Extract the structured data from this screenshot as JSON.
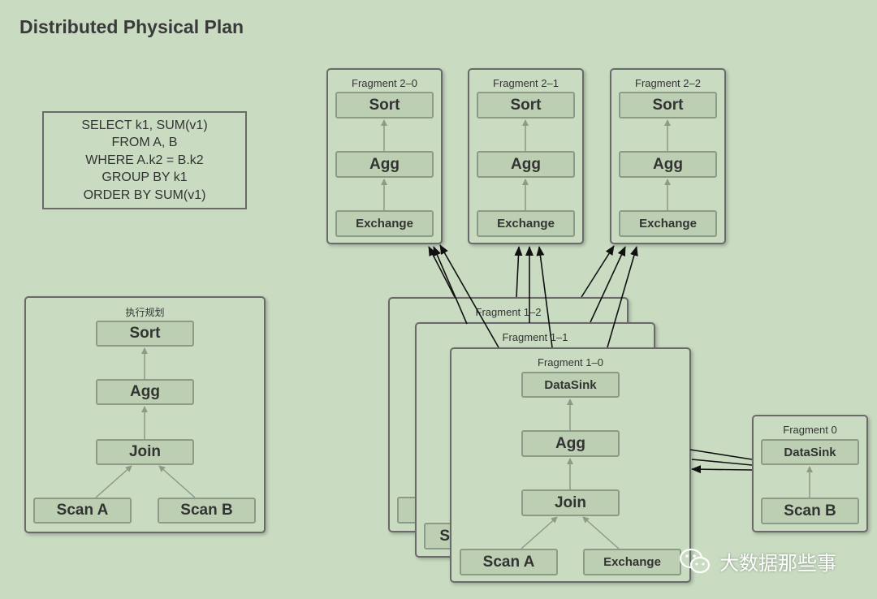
{
  "title": "Distributed Physical Plan",
  "sql": {
    "lines": [
      "SELECT k1, SUM(v1)",
      "FROM A, B",
      "WHERE A.k2 = B.k2",
      "GROUP BY k1",
      "ORDER BY SUM(v1)"
    ]
  },
  "exec_plan": {
    "title": "执行规划",
    "sort": "Sort",
    "agg": "Agg",
    "join": "Join",
    "scan_a": "Scan A",
    "scan_b": "Scan B"
  },
  "fragments_2": [
    {
      "title": "Fragment 2–0",
      "sort": "Sort",
      "agg": "Agg",
      "exchange": "Exchange"
    },
    {
      "title": "Fragment 2–1",
      "sort": "Sort",
      "agg": "Agg",
      "exchange": "Exchange"
    },
    {
      "title": "Fragment 2–2",
      "sort": "Sort",
      "agg": "Agg",
      "exchange": "Exchange"
    }
  ],
  "fragment_1_2": {
    "title": "Fragment 1–2"
  },
  "fragment_1_1": {
    "title": "Fragment 1–1",
    "partial_label": "S"
  },
  "fragment_1_0": {
    "title": "Fragment 1–0",
    "datasink": "DataSink",
    "agg": "Agg",
    "join": "Join",
    "scan_a": "Scan A",
    "exchange": "Exchange"
  },
  "fragment_0": {
    "title": "Fragment 0",
    "datasink": "DataSink",
    "scan_b": "Scan B"
  },
  "watermark": {
    "text": "大数据那些事",
    "icon": "wechat-icon"
  },
  "colors": {
    "background": "#c9dcc2",
    "node_fill": "#bccfb3",
    "border": "#6a6a6a"
  }
}
